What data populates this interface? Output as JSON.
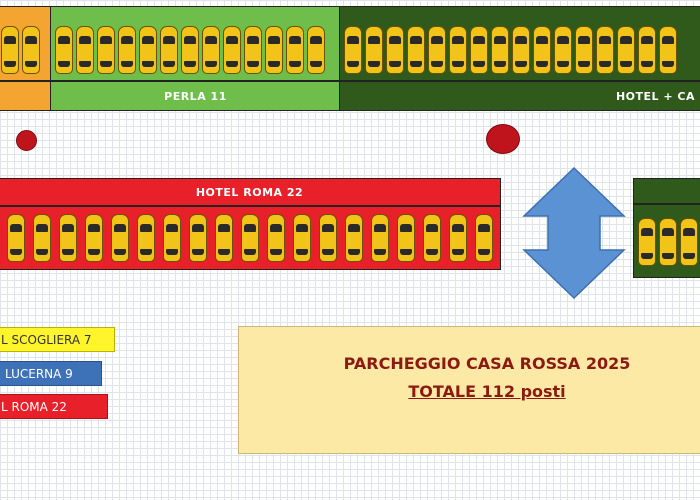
{
  "zones": {
    "perla": {
      "label": "PERLA 11"
    },
    "hotel_ca": {
      "label": "HOTEL + CA"
    },
    "hotel_roma": {
      "label": "HOTEL ROMA  22"
    }
  },
  "legend": {
    "scogliera": {
      "label": "L SCOGLIERA  7"
    },
    "lucerna": {
      "label": "LUCERNA 9"
    },
    "roma": {
      "label": "L ROMA 22"
    }
  },
  "summary": {
    "title": "PARCHEGGIO CASA ROSSA 2025",
    "total": "TOTALE 112 posti"
  },
  "colors": {
    "orange": "#f3a431",
    "light_green": "#6fbd4a",
    "dark_green": "#2f5a1c",
    "red": "#e8202a",
    "yellow": "#fff52a",
    "blue": "#3d72b8",
    "arrow_blue": "#5b92d4",
    "summary_bg": "#fde9a6",
    "summary_text": "#8b1a12"
  },
  "icons": {
    "car": "car-icon",
    "arrow": "double-arrow-icon",
    "marker": "red-dot-marker"
  }
}
